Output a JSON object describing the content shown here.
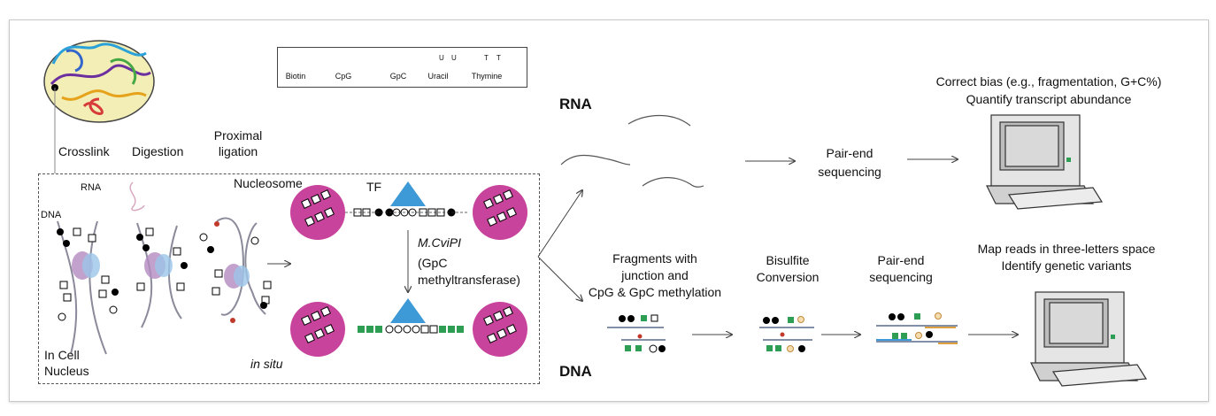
{
  "legend": {
    "biotin": "Biotin",
    "cpg": "CpG",
    "gpc": "GpC",
    "uracil": "Uracil",
    "uracil_glyph": "U",
    "thymine": "Thymine",
    "thymine_glyph": "T"
  },
  "steps": {
    "crosslink": "Crosslink",
    "digestion": "Digestion",
    "proximal_ligation": [
      "Proximal",
      "ligation"
    ]
  },
  "labels": {
    "rna_small": "RNA",
    "dna_small": "DNA",
    "nucleosome": "Nucleosome",
    "tf": "TF",
    "in_cell_nucleus": [
      "In Cell",
      "Nucleus"
    ],
    "in_situ": "in situ",
    "enzyme": "M.CviPI",
    "enzyme_desc": [
      "(GpC",
      "methyltransferase)"
    ],
    "rna_big": "RNA",
    "dna_big": "DNA",
    "rna_seq": [
      "Pair-end",
      "sequencing"
    ],
    "fragments": [
      "Fragments with",
      "junction and",
      "CpG & GpC methylation"
    ],
    "bisulfite": [
      "Bisulfite",
      "Conversion"
    ],
    "dna_seq": [
      "Pair-end",
      "sequencing"
    ],
    "rna_result": [
      "Correct bias (e.g., fragmentation, G+C%)",
      "Quantify transcript abundance"
    ],
    "dna_result": [
      "Map reads in three-letters space",
      "Identify genetic variants"
    ]
  },
  "colors": {
    "magenta": "#c8439b",
    "blue_triangle": "#3d9ad6",
    "green": "#2e9e55",
    "biotin_red": "#c0392b",
    "nucleus_fill": "#f3eeb5"
  }
}
